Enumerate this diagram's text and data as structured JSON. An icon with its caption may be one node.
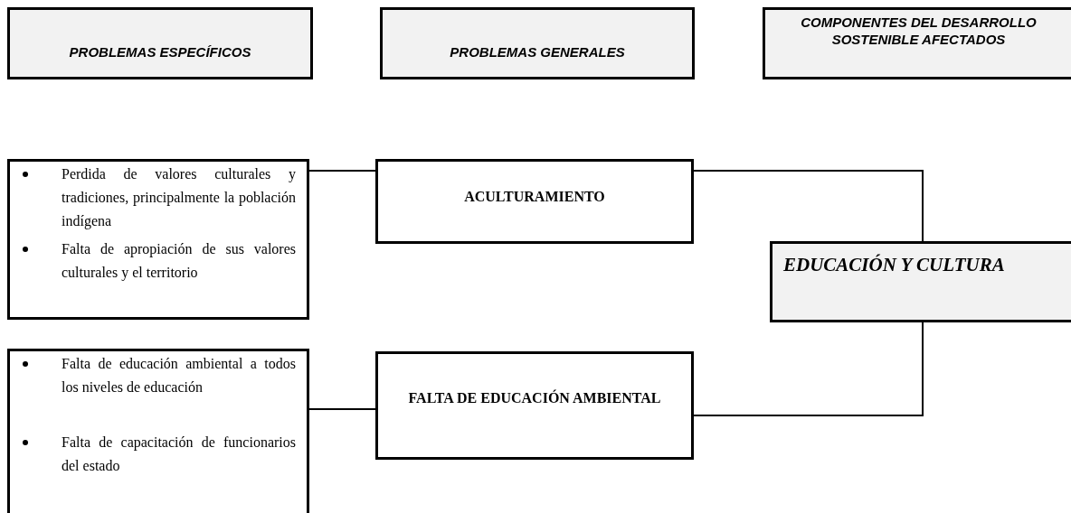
{
  "diagram": {
    "nodes": [
      {
        "text": [
          "PROBLEMAS ESPECÍFICOS"
        ]
      },
      {
        "text": [
          "PROBLEMAS GENERALES"
        ]
      },
      {
        "text": [
          "COMPONENTES DEL DESARROLLO SOSTENIBLE AFECTADOS"
        ]
      },
      {
        "text": [
          "Perdida de valores culturales y tradiciones, principalmente la población indígena",
          "Falta de apropiación de sus valores culturales y el territorio"
        ]
      },
      {
        "text": [
          "ACULTURAMIENTO"
        ]
      },
      {
        "text": [
          "EDUCACIÓN Y CULTURA"
        ]
      },
      {
        "text": [
          "Falta de educación ambiental a todos los niveles de educación",
          "Falta de capacitación de funcionarios del estado"
        ]
      },
      {
        "text": [
          "FALTA DE EDUCACIÓN AMBIENTAL"
        ]
      }
    ],
    "edges": [
      {
        "from": 3,
        "to": 4,
        "arrow": "none"
      },
      {
        "from": 4,
        "to": 5,
        "arrow": "none"
      },
      {
        "from": 6,
        "to": 7,
        "arrow": "none"
      },
      {
        "from": 7,
        "to": 5,
        "arrow": "none"
      }
    ]
  }
}
